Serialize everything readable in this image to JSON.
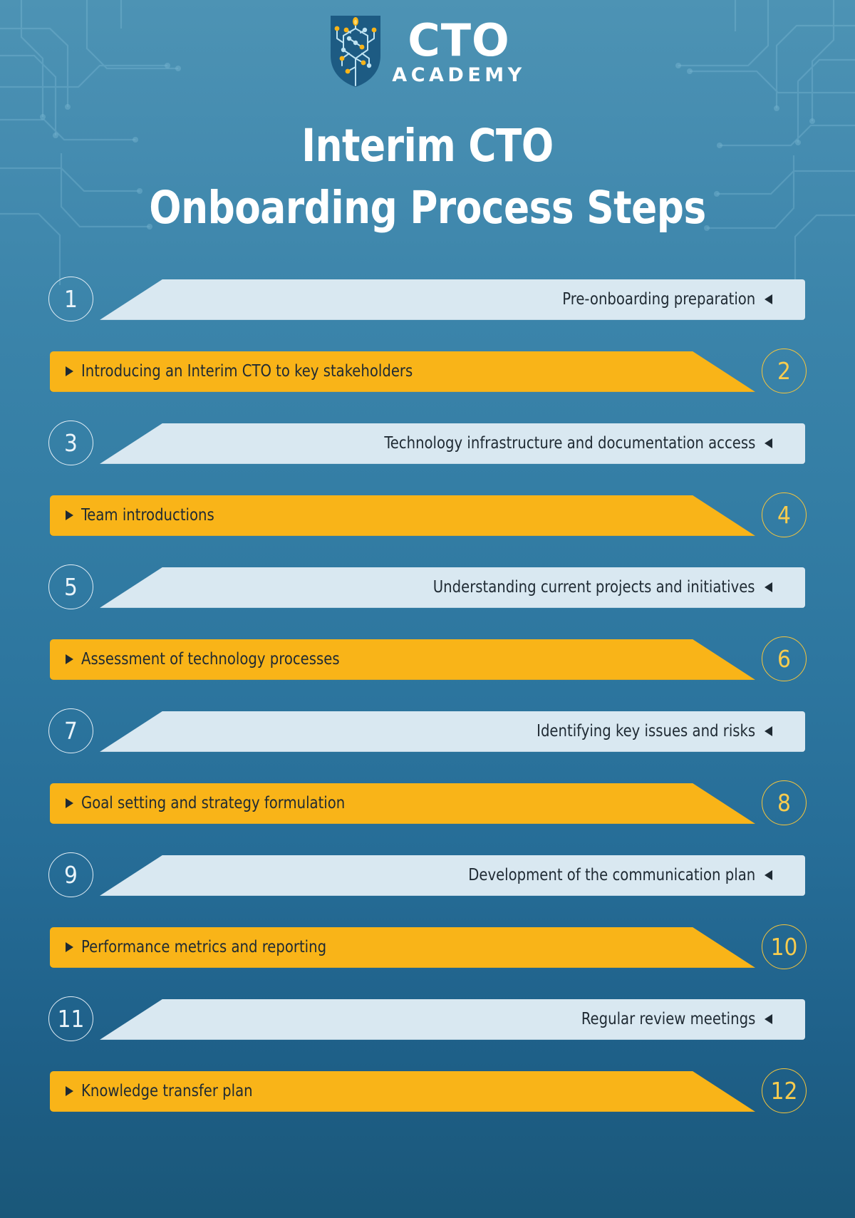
{
  "brand": {
    "logo_icon": "cto-academy-shield-circuit-logo",
    "name_primary": "CTO",
    "name_secondary": "ACADEMY"
  },
  "header": {
    "title_line1": "Interim CTO",
    "title_line2": "Onboarding Process Steps"
  },
  "colors": {
    "background_top": "#4d93b4",
    "background_bottom": "#1a5779",
    "light_bar": "#d9e8f1",
    "accent_orange": "#f9b418",
    "text_dark": "#1f2a33",
    "number_light": "#eaf4fa",
    "number_gold": "#f8cc4e",
    "shield_navy": "#1d5b83",
    "circuit_line": "#9ed4e8"
  },
  "steps": [
    {
      "number": "1",
      "label": "Pre-onboarding preparation",
      "style": "light",
      "align": "right",
      "marker": "triangle-left-icon"
    },
    {
      "number": "2",
      "label": "Introducing an Interim CTO to key stakeholders",
      "style": "orange",
      "align": "left",
      "marker": "triangle-right-icon"
    },
    {
      "number": "3",
      "label": "Technology infrastructure and documentation access",
      "style": "light",
      "align": "right",
      "marker": "triangle-left-icon"
    },
    {
      "number": "4",
      "label": "Team introductions",
      "style": "orange",
      "align": "left",
      "marker": "triangle-right-icon"
    },
    {
      "number": "5",
      "label": "Understanding current projects and initiatives",
      "style": "light",
      "align": "right",
      "marker": "triangle-left-icon"
    },
    {
      "number": "6",
      "label": "Assessment of technology processes",
      "style": "orange",
      "align": "left",
      "marker": "triangle-right-icon"
    },
    {
      "number": "7",
      "label": "Identifying key issues and risks",
      "style": "light",
      "align": "right",
      "marker": "triangle-left-icon"
    },
    {
      "number": "8",
      "label": "Goal setting and strategy formulation",
      "style": "orange",
      "align": "left",
      "marker": "triangle-right-icon"
    },
    {
      "number": "9",
      "label": "Development of the communication plan",
      "style": "light",
      "align": "right",
      "marker": "triangle-left-icon"
    },
    {
      "number": "10",
      "label": "Performance metrics and reporting",
      "style": "orange",
      "align": "left",
      "marker": "triangle-right-icon"
    },
    {
      "number": "11",
      "label": "Regular review meetings",
      "style": "light",
      "align": "right",
      "marker": "triangle-left-icon"
    },
    {
      "number": "12",
      "label": "Knowledge transfer plan",
      "style": "orange",
      "align": "left",
      "marker": "triangle-right-icon"
    }
  ]
}
